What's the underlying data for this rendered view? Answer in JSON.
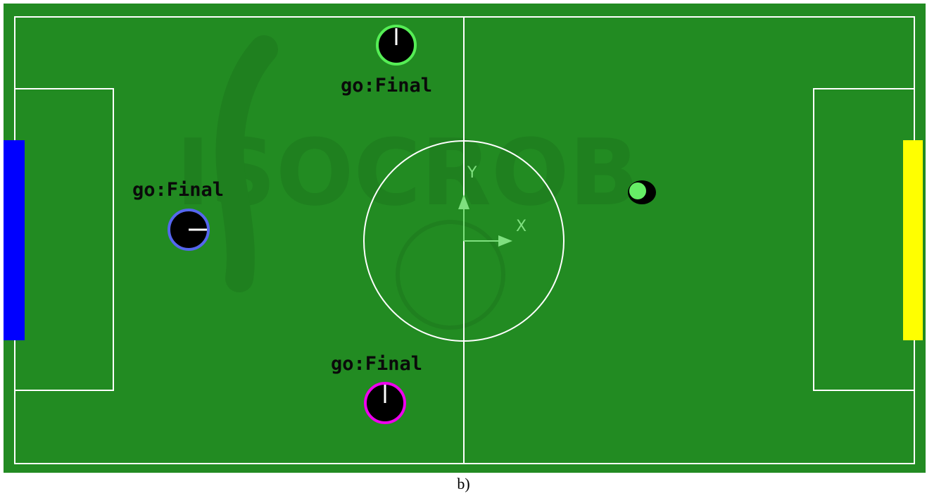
{
  "colors": {
    "field": "#228B22",
    "field_dark": "#1E7A1E",
    "lines": "#FFFFFF",
    "left_goal": "#0000FF",
    "right_goal": "#FFFF00",
    "axis": "#7FE07F",
    "watermark": "#1A6E1A",
    "ball": "#66EE66"
  },
  "watermark": {
    "text": "ISOCROB"
  },
  "axes": {
    "x_label": "X",
    "y_label": "Y"
  },
  "robots": [
    {
      "id": "robot-green",
      "label": "go:Final",
      "ring_color": "#55EE55",
      "icon": "robot-top-icon"
    },
    {
      "id": "robot-blue",
      "label": "go:Final",
      "ring_color": "#5566EE",
      "icon": "robot-left-icon"
    },
    {
      "id": "robot-magenta",
      "label": "go:Final",
      "ring_color": "#EE00EE",
      "icon": "robot-bottom-icon"
    }
  ],
  "caption": "b)"
}
